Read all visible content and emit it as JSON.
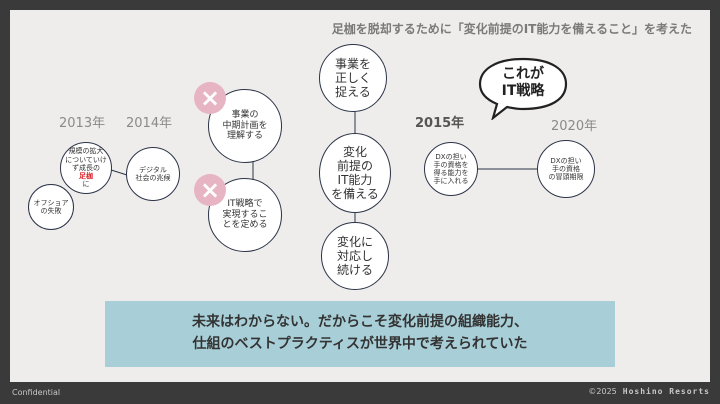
{
  "heading": "足枷を脱却するために「変化前提のIT能力を備えること」を考えた",
  "years": {
    "y2013": "2013年",
    "y2014": "2014年",
    "y2015": "2015年",
    "y2020": "2020年"
  },
  "circles": {
    "kibo": {
      "before": "規模の拡大\nについていけ\nず成長の\n",
      "highlight": "足枷",
      "after": "に"
    },
    "offshore": "オフショア\nの失敗",
    "digital": "デジタル\n社会の兆候",
    "chuki": "事業の\n中期計画を\n理解する",
    "itsenryaku": "IT戦略で\n実現するこ\nとを定める",
    "jigyo": "事業を\n正しく\n捉える",
    "henka": "変化\n前提の\nIT能力\nを備える",
    "taio": "変化に\n対応し\n続ける",
    "dx1": "DXの担い\n手の資格を\n得る能力を\n手に入れる",
    "dx2": "DXの担い\n手の資格\nの冒頭期限"
  },
  "marks": {
    "x1": "×",
    "x2": "×"
  },
  "bubble": "これが\nIT戦略",
  "banner": {
    "line1": "未来はわからない。だからこそ変化前提の組織能力、",
    "line2": "仕組のベストプラクティスが世界中で考えられていた"
  },
  "footer": {
    "left": "Confidential",
    "copyright": "©2025",
    "brand": "Hoshino Resorts"
  },
  "colors": {
    "slide_bg": "#eeedeb",
    "frame": "#3a3a3a",
    "circle_border": "#2b3347",
    "banner_bg": "#a8cfd7",
    "x_mark": "#e7b4c4",
    "highlight_red": "#d9262c"
  }
}
